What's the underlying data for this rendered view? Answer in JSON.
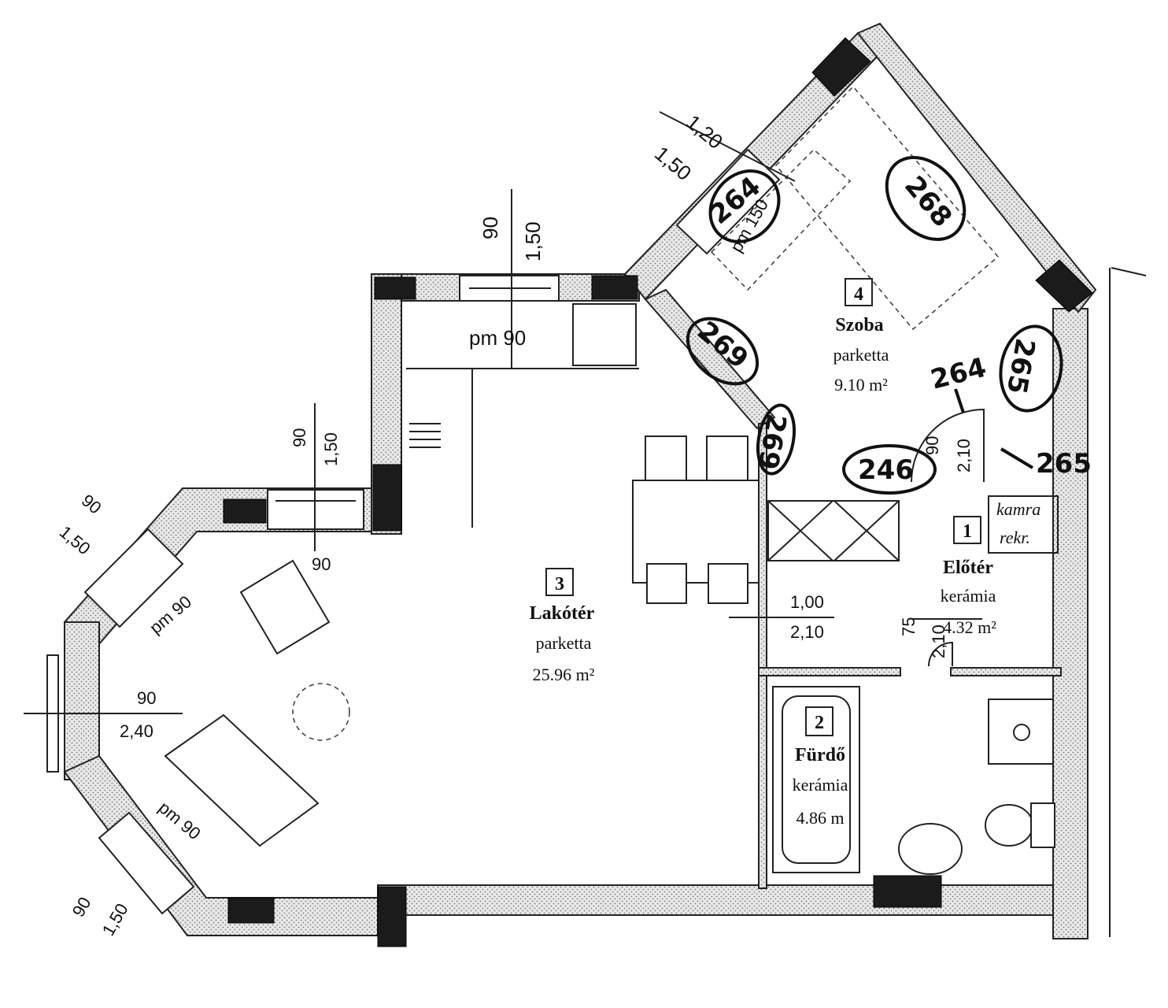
{
  "rooms": [
    {
      "number": "1",
      "name": "Előtér",
      "floor": "kerámia",
      "area": "4.32 m²"
    },
    {
      "number": "2",
      "name": "Fürdő",
      "floor": "kerámia",
      "area": "4.86 m"
    },
    {
      "number": "3",
      "name": "Lakótér",
      "floor": "parketta",
      "area": "25.96 m²"
    },
    {
      "number": "4",
      "name": "Szoba",
      "floor": "parketta",
      "area": "9.10 m²"
    }
  ],
  "cabinet_label": {
    "line1": "kamra",
    "line2": "rekr."
  },
  "dimensions": {
    "top_window": {
      "w": "90",
      "h": "1,50"
    },
    "top_parapet": "pm 90",
    "diag_window": {
      "w": "1,20",
      "h": "1,50"
    },
    "diag_parapet": "pm 150",
    "mid_window": {
      "w": "90",
      "h": "1,50",
      "below": "90"
    },
    "left_upper": {
      "w": "90",
      "h": "1,50"
    },
    "left_upper_pm": "pm 90",
    "left_mid": {
      "w": "90",
      "h": "2,40"
    },
    "left_lower_pm": "pm 90",
    "left_lower": {
      "w": "90",
      "h": "1,50"
    },
    "door_main": {
      "w": "1,00",
      "h": "2,10"
    },
    "door_bath": {
      "w": "75",
      "h": "2,10"
    },
    "door_vert": {
      "w": "90",
      "h": "2,10"
    }
  },
  "handwritten": [
    "264",
    "268",
    "269",
    "265",
    "269",
    "246",
    "264",
    "265"
  ]
}
